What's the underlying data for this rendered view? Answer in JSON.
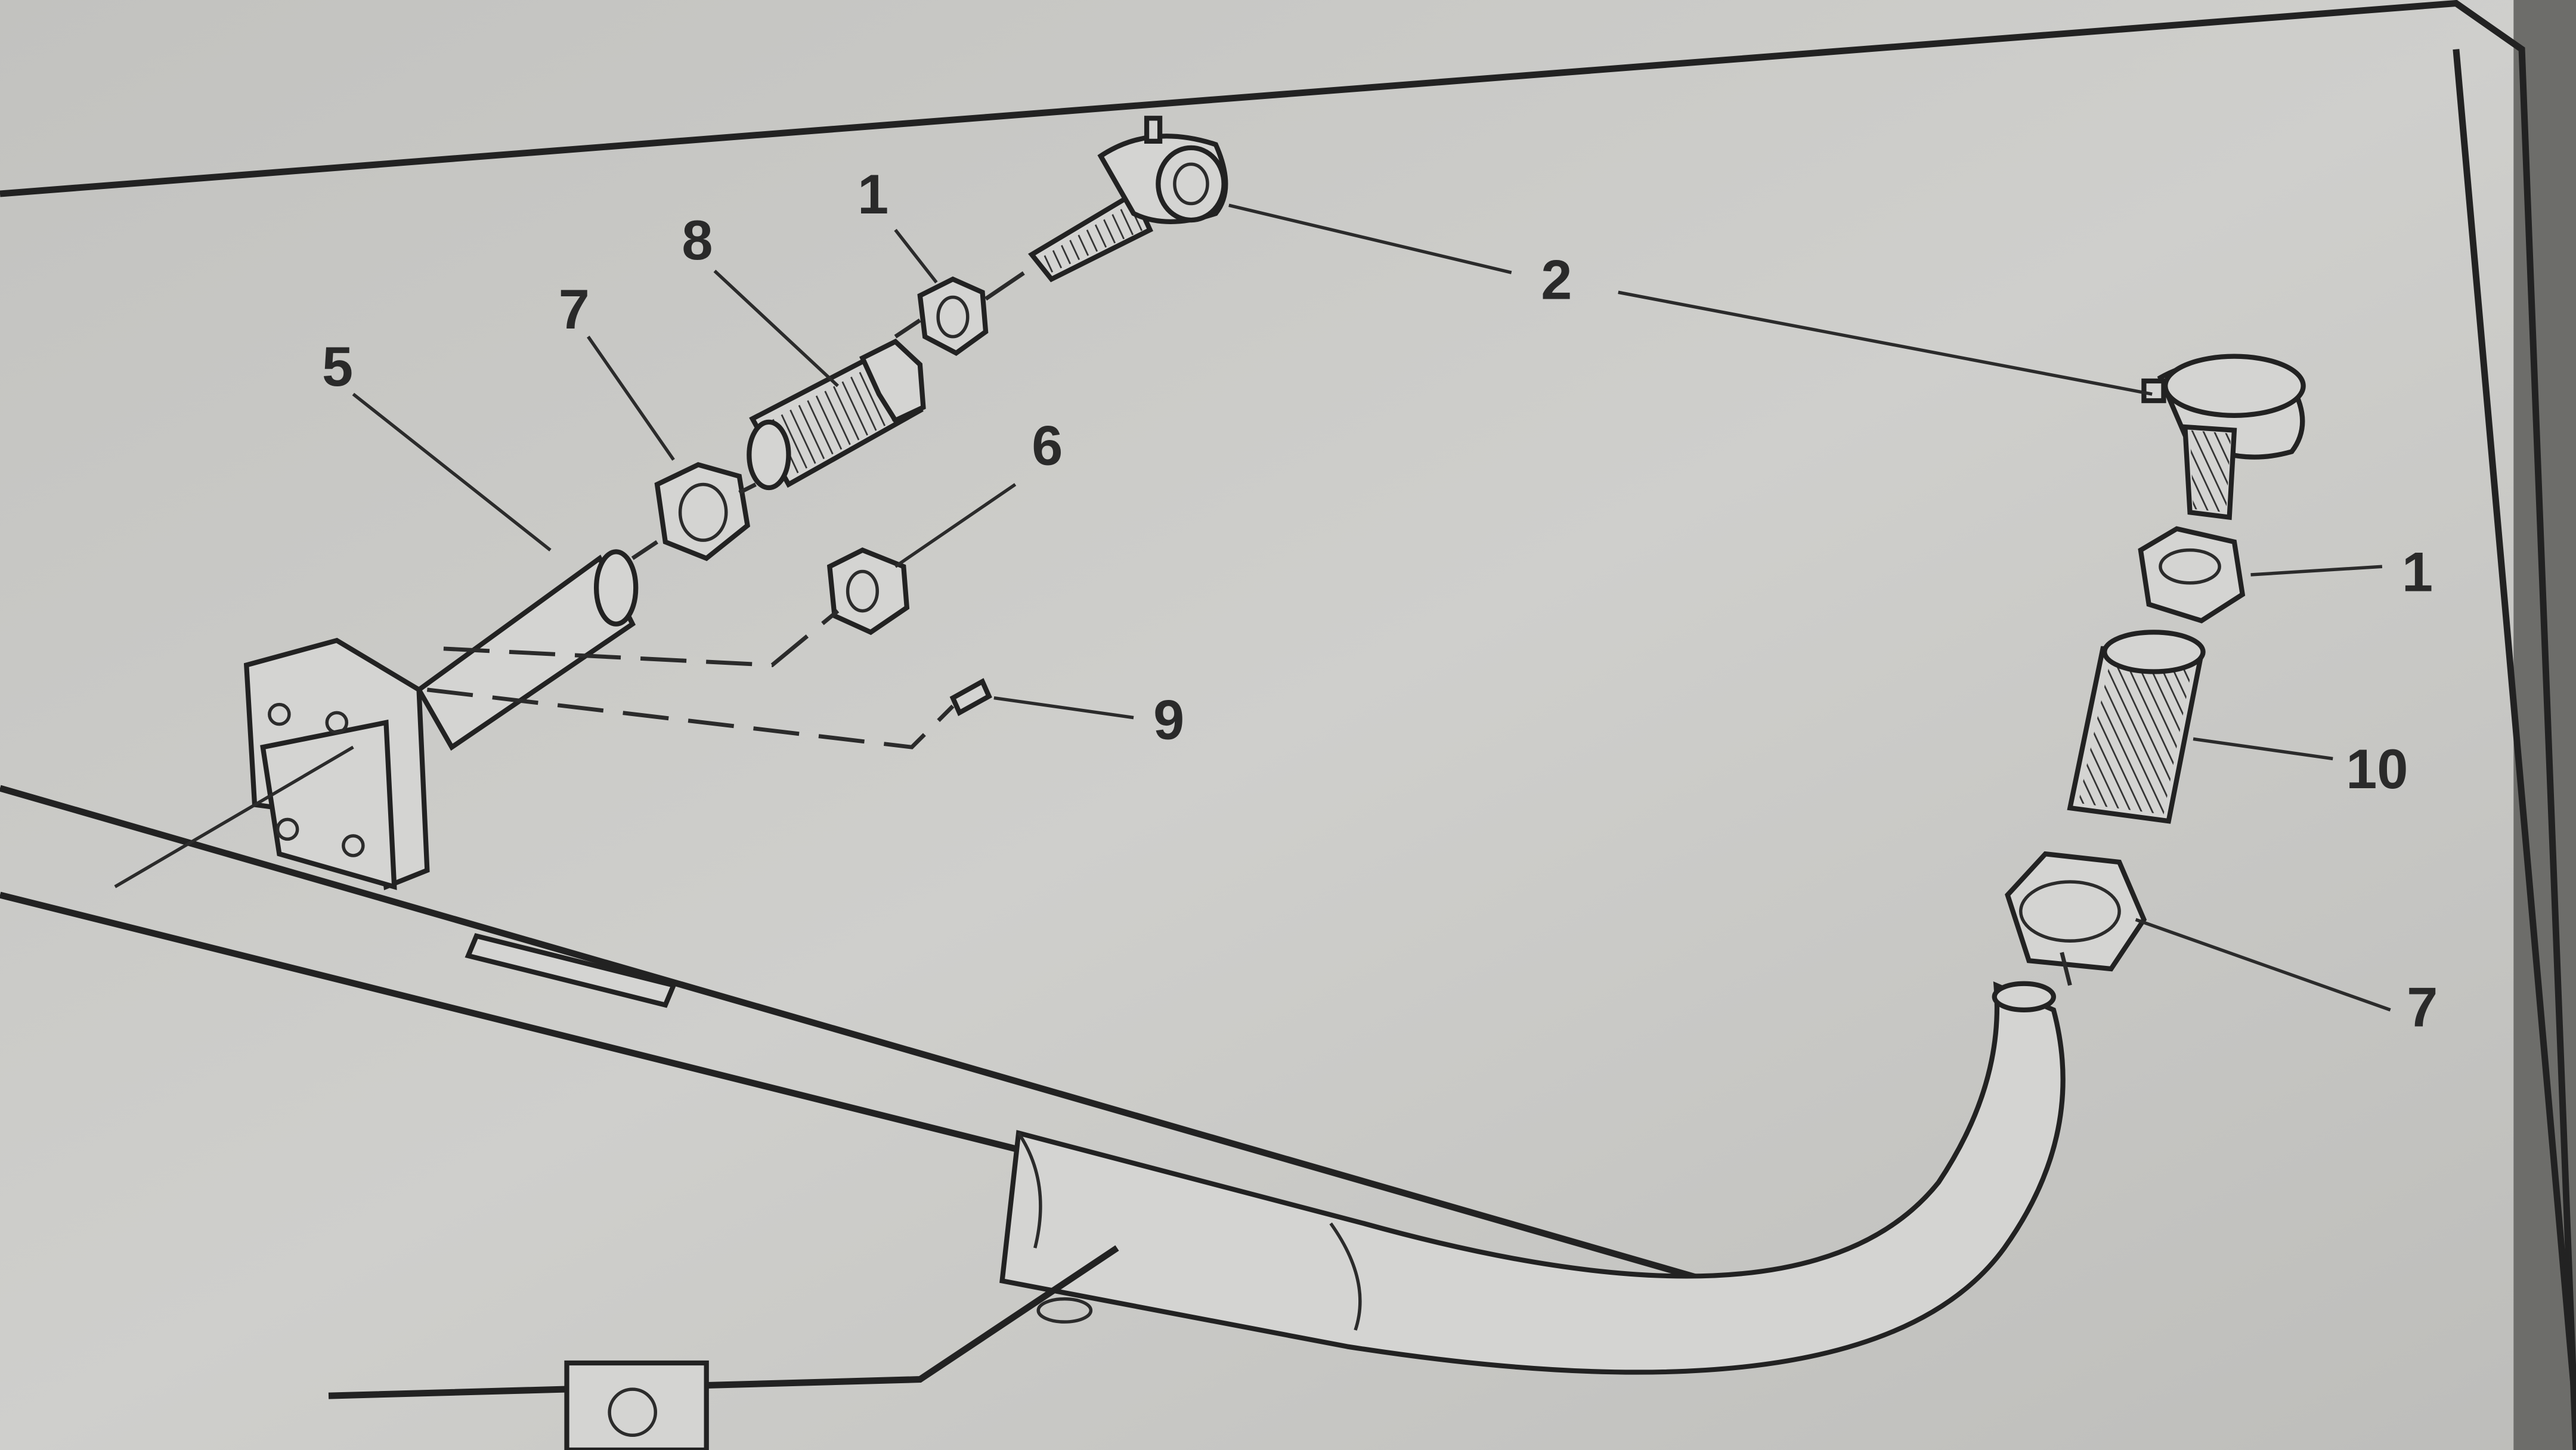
{
  "diagram": {
    "type": "exploded parts diagram",
    "colors": {
      "paper": "#c9c9c6",
      "ink": "#222222"
    },
    "callouts": [
      {
        "id": "c1a",
        "text": "1"
      },
      {
        "id": "c8",
        "text": "8"
      },
      {
        "id": "c7a",
        "text": "7"
      },
      {
        "id": "c5",
        "text": "5"
      },
      {
        "id": "c6",
        "text": "6"
      },
      {
        "id": "c9",
        "text": "9"
      },
      {
        "id": "c2",
        "text": "2"
      },
      {
        "id": "c1b",
        "text": "1"
      },
      {
        "id": "c10",
        "text": "10"
      },
      {
        "id": "c7b",
        "text": "7"
      }
    ]
  }
}
